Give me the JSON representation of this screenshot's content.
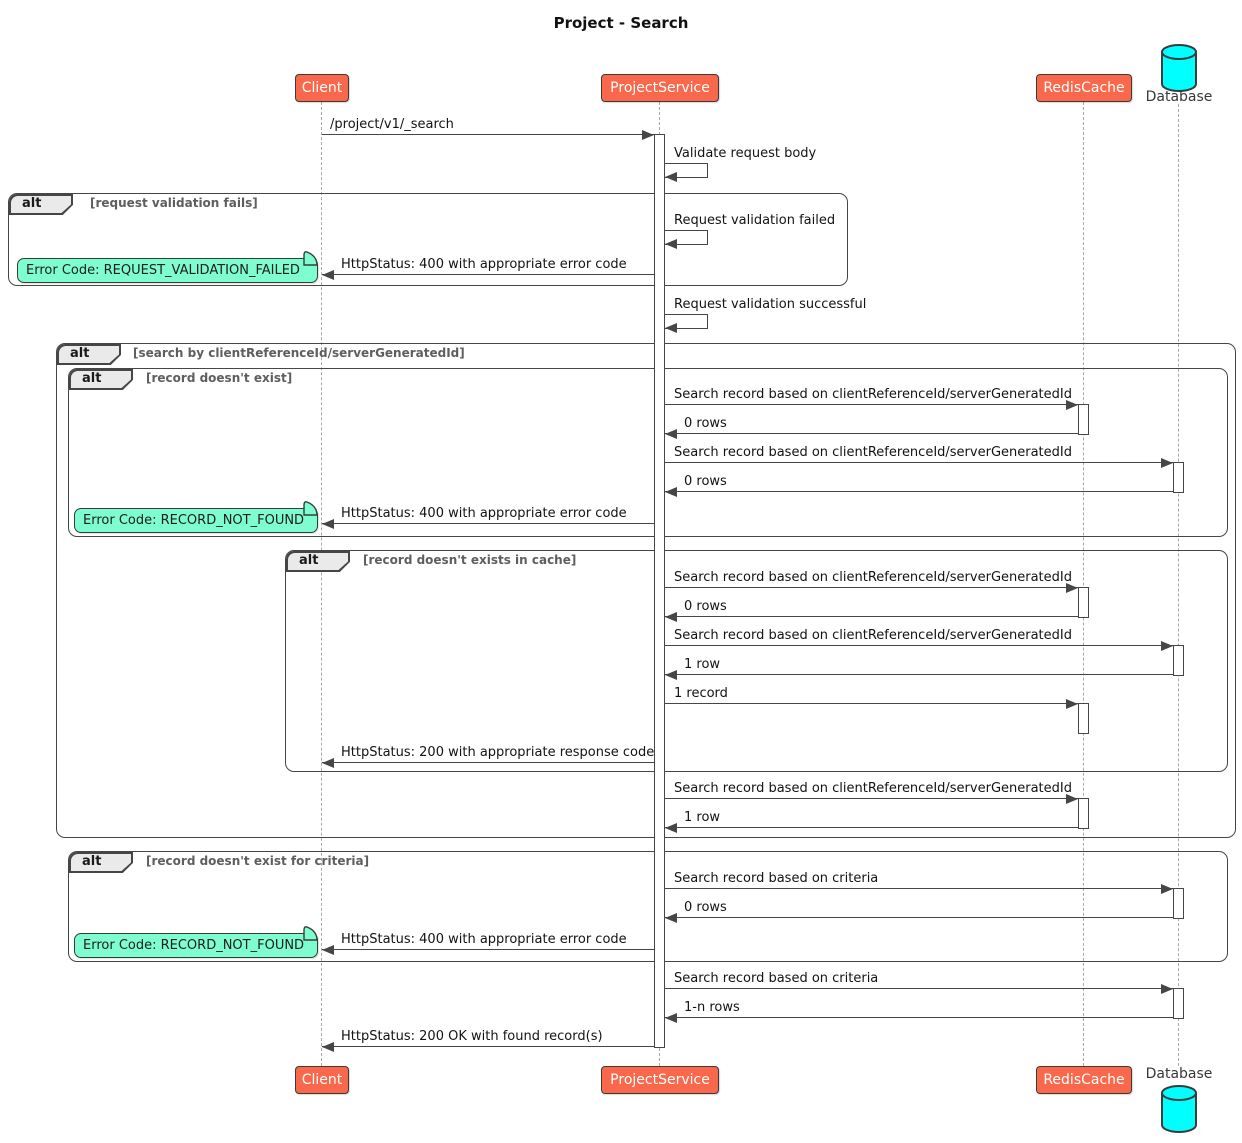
{
  "type": "sequence-diagram",
  "title": "Project - Search",
  "participants": [
    {
      "id": "client",
      "label": "Client",
      "kind": "participant"
    },
    {
      "id": "project-service",
      "label": "ProjectService",
      "kind": "participant"
    },
    {
      "id": "redis-cache",
      "label": "RedisCache",
      "kind": "participant"
    },
    {
      "id": "database",
      "label": "Database",
      "kind": "database"
    }
  ],
  "fragments": [
    {
      "keyword": "alt",
      "guard": "[request validation fails]"
    },
    {
      "keyword": "alt",
      "guard": "[search by clientReferenceId/serverGeneratedId]"
    },
    {
      "keyword": "alt",
      "guard": "[record doesn't exist]"
    },
    {
      "keyword": "alt",
      "guard": "[record doesn't exists in cache]"
    },
    {
      "keyword": "alt",
      "guard": "[record doesn't exist for criteria]"
    }
  ],
  "notes": [
    {
      "text": "Error Code: REQUEST_VALIDATION_FAILED"
    },
    {
      "text": "Error Code: RECORD_NOT_FOUND"
    },
    {
      "text": "Error Code: RECORD_NOT_FOUND"
    }
  ],
  "messages": [
    {
      "from": "Client",
      "to": "ProjectService",
      "label": "/project/v1/_search"
    },
    {
      "from": "ProjectService",
      "to": "ProjectService",
      "label": "Validate request body"
    },
    {
      "from": "ProjectService",
      "to": "ProjectService",
      "label": "Request validation failed"
    },
    {
      "from": "ProjectService",
      "to": "Client",
      "label": "HttpStatus: 400 with appropriate error code"
    },
    {
      "from": "ProjectService",
      "to": "ProjectService",
      "label": "Request validation successful"
    },
    {
      "from": "ProjectService",
      "to": "RedisCache",
      "label": "Search record based on clientReferenceId/serverGeneratedId"
    },
    {
      "from": "RedisCache",
      "to": "ProjectService",
      "label": "0 rows"
    },
    {
      "from": "ProjectService",
      "to": "Database",
      "label": "Search record based on clientReferenceId/serverGeneratedId"
    },
    {
      "from": "Database",
      "to": "ProjectService",
      "label": "0 rows"
    },
    {
      "from": "ProjectService",
      "to": "Client",
      "label": "HttpStatus: 400 with appropriate error code"
    },
    {
      "from": "ProjectService",
      "to": "RedisCache",
      "label": "Search record based on clientReferenceId/serverGeneratedId"
    },
    {
      "from": "RedisCache",
      "to": "ProjectService",
      "label": "0 rows"
    },
    {
      "from": "ProjectService",
      "to": "Database",
      "label": "Search record based on clientReferenceId/serverGeneratedId"
    },
    {
      "from": "Database",
      "to": "ProjectService",
      "label": "1 row"
    },
    {
      "from": "ProjectService",
      "to": "RedisCache",
      "label": "1 record"
    },
    {
      "from": "ProjectService",
      "to": "Client",
      "label": "HttpStatus: 200 with appropriate response code"
    },
    {
      "from": "ProjectService",
      "to": "RedisCache",
      "label": "Search record based on clientReferenceId/serverGeneratedId"
    },
    {
      "from": "RedisCache",
      "to": "ProjectService",
      "label": "1 row"
    },
    {
      "from": "ProjectService",
      "to": "Database",
      "label": "Search record based on criteria"
    },
    {
      "from": "Database",
      "to": "ProjectService",
      "label": "0 rows"
    },
    {
      "from": "ProjectService",
      "to": "Client",
      "label": "HttpStatus: 400 with appropriate error code"
    },
    {
      "from": "ProjectService",
      "to": "Database",
      "label": "Search record based on criteria"
    },
    {
      "from": "Database",
      "to": "ProjectService",
      "label": "1-n rows"
    },
    {
      "from": "ProjectService",
      "to": "Client",
      "label": "HttpStatus: 200 OK with found record(s)"
    }
  ],
  "colors": {
    "participant_fill": "#f9684b",
    "participant_border": "#3b3b3b",
    "note_fill": "#7efdd1",
    "database_fill": "#00ffff",
    "frame_border": "#454645",
    "fragment_tab_fill": "#eaeaea",
    "guard_text": "#5e5e5e",
    "lifeline": "#a9a9a9"
  }
}
